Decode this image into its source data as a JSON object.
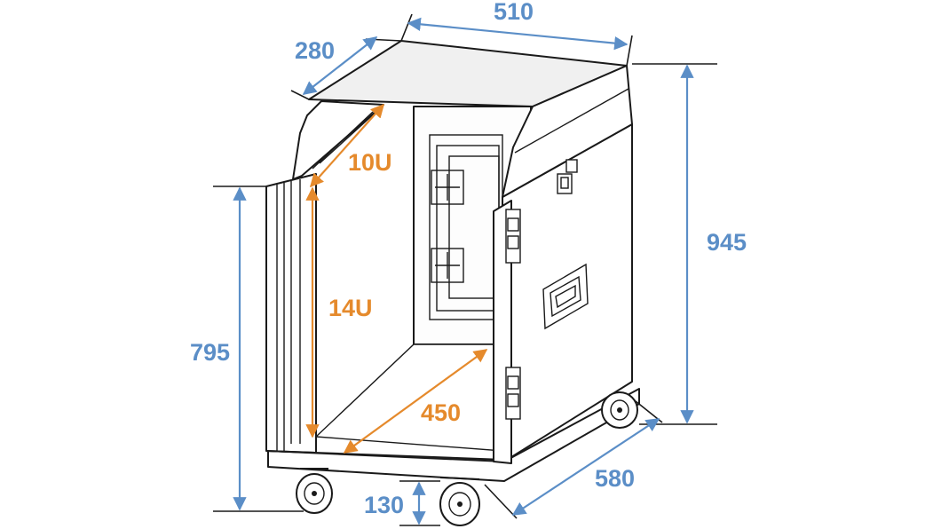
{
  "dimensions": {
    "top_width": "510",
    "top_depth": "280",
    "total_height": "945",
    "body_height": "795",
    "depth": "580",
    "wheel_height": "130"
  },
  "rack_labels": {
    "upper_units": "10U",
    "lower_units": "14U",
    "inner_depth": "450"
  },
  "colors": {
    "dimension": "#5b8ec7",
    "rack": "#e58a2c",
    "lid": "#f0f0f0"
  }
}
